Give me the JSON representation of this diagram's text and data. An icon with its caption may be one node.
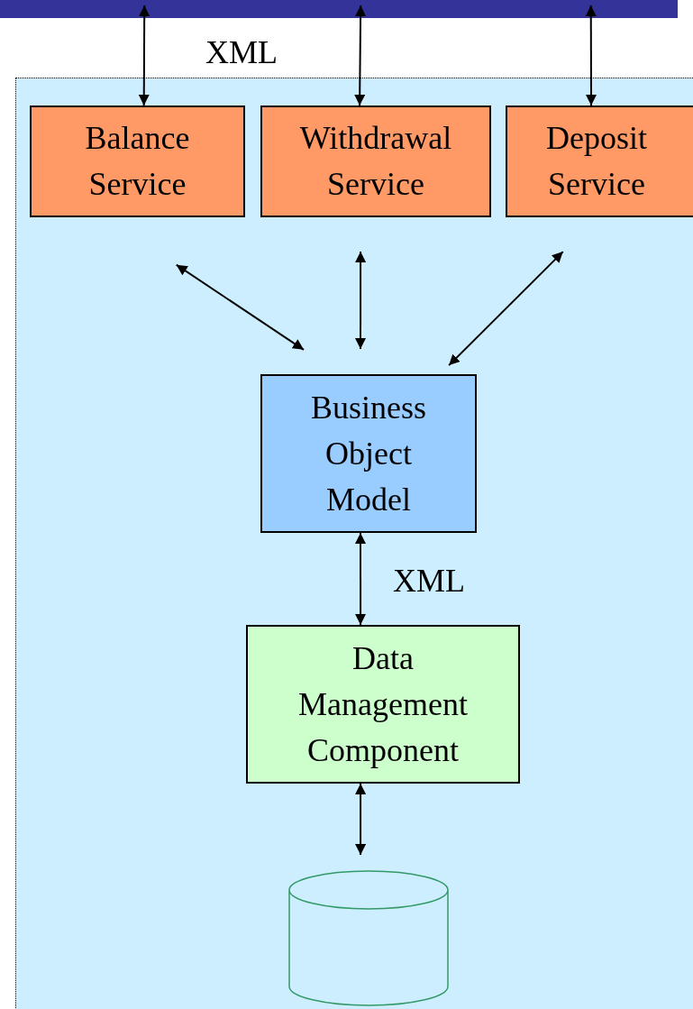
{
  "diagram": {
    "nodes": [
      {
        "text": [],
        "shape": "bar"
      },
      {
        "text": [],
        "shape": "box"
      },
      {
        "text": [
          "Balance Service"
        ],
        "in": 1
      },
      {
        "text": [
          "Withdrawal Service"
        ],
        "in": 1
      },
      {
        "text": [
          "Deposit Service"
        ],
        "in": 1
      },
      {
        "text": [
          "Business Object Model"
        ],
        "in": 1
      },
      {
        "text": [
          "Data Management Component"
        ],
        "in": 1
      },
      {
        "text": [],
        "shape": "cylinder",
        "in": 1
      }
    ],
    "edges": [
      {
        "from": 0,
        "to": 2,
        "arrow": "both"
      },
      {
        "from": 0,
        "to": 3,
        "arrow": "both"
      },
      {
        "from": 0,
        "to": 4,
        "arrow": "both"
      },
      {
        "from": 2,
        "to": 5,
        "arrow": "both"
      },
      {
        "from": 3,
        "to": 5,
        "arrow": "both"
      },
      {
        "from": 4,
        "to": 5,
        "arrow": "both"
      },
      {
        "from": 5,
        "to": 6,
        "arrow": "both"
      },
      {
        "from": 6,
        "to": 7,
        "arrow": "both"
      }
    ],
    "labels": [
      "XML",
      "XML"
    ]
  }
}
